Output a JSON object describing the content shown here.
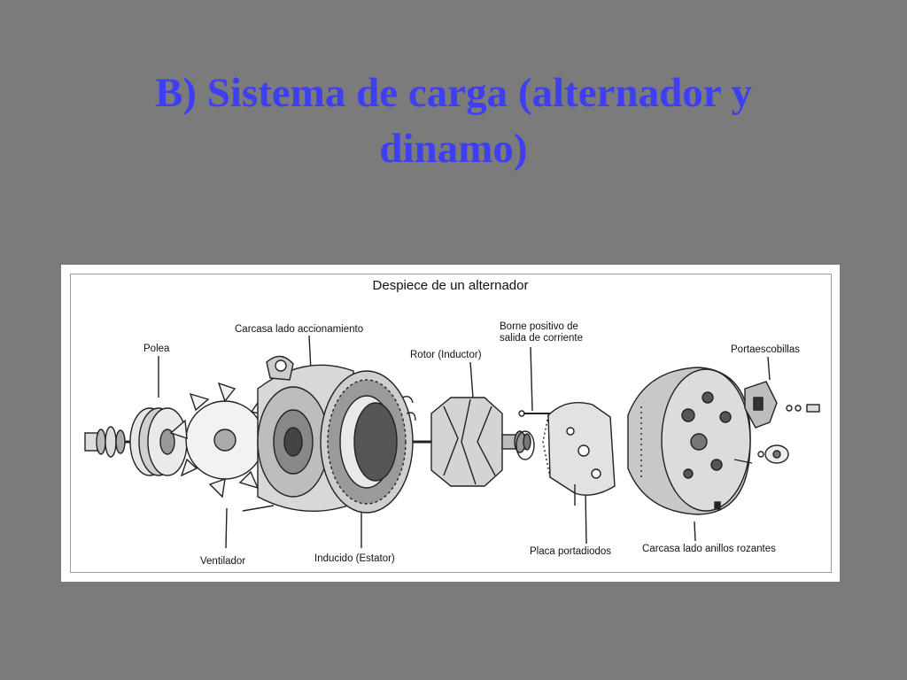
{
  "slide": {
    "title_line1": "B) Sistema de carga (alternador y",
    "title_line2": "dinamo)"
  },
  "figure": {
    "caption": "Despiece de un alternador",
    "labels": {
      "polea": "Polea",
      "carcasa_accionamiento": "Carcasa lado accionamiento",
      "rotor": "Rotor (Inductor)",
      "borne": "Borne positivo de\nsalida de corriente",
      "portaescobillas": "Portaescobillas",
      "ventilador": "Ventilador",
      "inducido": "Inducido (Estator)",
      "placa": "Placa portadiodos",
      "carcasa_anillos": "Carcasa lado anillos rozantes"
    }
  }
}
